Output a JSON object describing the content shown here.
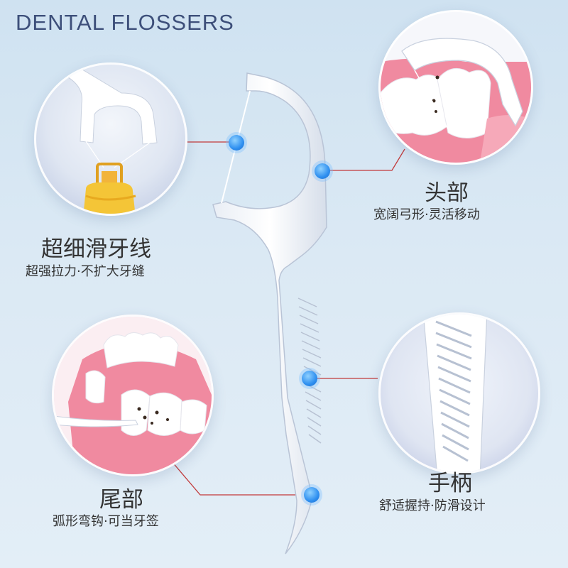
{
  "title": "DENTAL FLOSSERS",
  "features": {
    "floss": {
      "title": "超细滑牙线",
      "subtitle": "超强拉力·不扩大牙缝"
    },
    "head": {
      "title": "头部",
      "subtitle": "宽阔弓形·灵活移动"
    },
    "tail": {
      "title": "尾部",
      "subtitle": "弧形弯钩·可当牙签"
    },
    "handle": {
      "title": "手柄",
      "subtitle": "舒适握持·防滑设计"
    }
  },
  "colors": {
    "accent": "#2e8ff0",
    "leader_line": "#c23a3a",
    "title_text": "#3d4f7a",
    "gum": "#f08aa0"
  },
  "icons": [
    "floss-pick-illustration",
    "bottle-illustration",
    "teeth-illustration",
    "handle-closeup-illustration"
  ]
}
